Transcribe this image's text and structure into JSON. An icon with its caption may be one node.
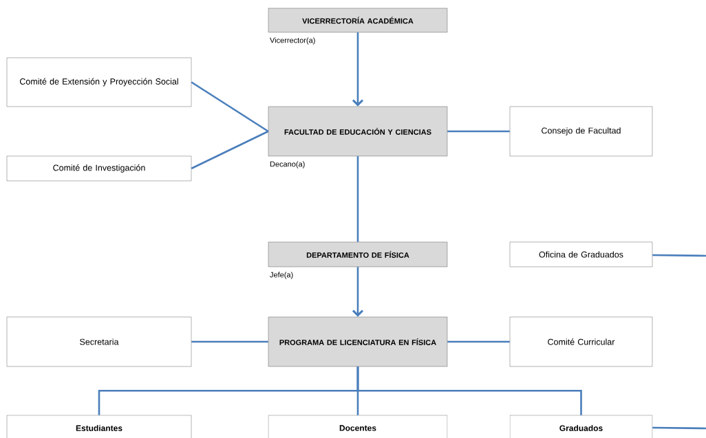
{
  "diagram": {
    "nodes": [
      {
        "text": [
          "VICERRECTORÍA ACADÉMICA"
        ],
        "beside": [
          "Vicerrector(a)"
        ]
      },
      {
        "text": [
          "Comité de Extensión y Proyección Social"
        ]
      },
      {
        "text": [
          "FACULTAD DE EDUCACIÓN Y CIENCIAS"
        ],
        "beside": [
          "Decano(a)"
        ]
      },
      {
        "text": [
          "Consejo de Facultad"
        ]
      },
      {
        "text": [
          "Comité de Investigación"
        ]
      },
      {
        "text": [
          "DEPARTAMENTO DE FÍSICA"
        ],
        "beside": [
          "Jefe(a)"
        ]
      },
      {
        "text": [
          "Oficina de Graduados"
        ]
      },
      {
        "text": [
          "Secretaria"
        ]
      },
      {
        "text": [
          "PROGRAMA DE LICENCIATURA EN FÍSICA"
        ]
      },
      {
        "text": [
          "Comité Curricular"
        ]
      },
      {
        "text": [
          "Estudiantes"
        ]
      },
      {
        "text": [
          "Docentes"
        ]
      },
      {
        "text": [
          "Graduados"
        ]
      }
    ],
    "edges": [
      {
        "from": 0,
        "to": 2,
        "arrow": "to"
      },
      {
        "from": 1,
        "to": 2,
        "arrow": "none"
      },
      {
        "from": 4,
        "to": 2,
        "arrow": "none"
      },
      {
        "from": 2,
        "to": 3,
        "arrow": "none"
      },
      {
        "from": 2,
        "to": 5,
        "arrow": "none"
      },
      {
        "from": 5,
        "to": 8,
        "arrow": "to"
      },
      {
        "from": 7,
        "to": 8,
        "arrow": "none"
      },
      {
        "from": 8,
        "to": 9,
        "arrow": "none"
      },
      {
        "from": 8,
        "to": 10,
        "arrow": "none"
      },
      {
        "from": 8,
        "to": 11,
        "arrow": "none"
      },
      {
        "from": 8,
        "to": 12,
        "arrow": "none"
      },
      {
        "from": 6,
        "to": null,
        "arrow": "none"
      },
      {
        "from": 12,
        "to": null,
        "arrow": "none"
      }
    ]
  }
}
